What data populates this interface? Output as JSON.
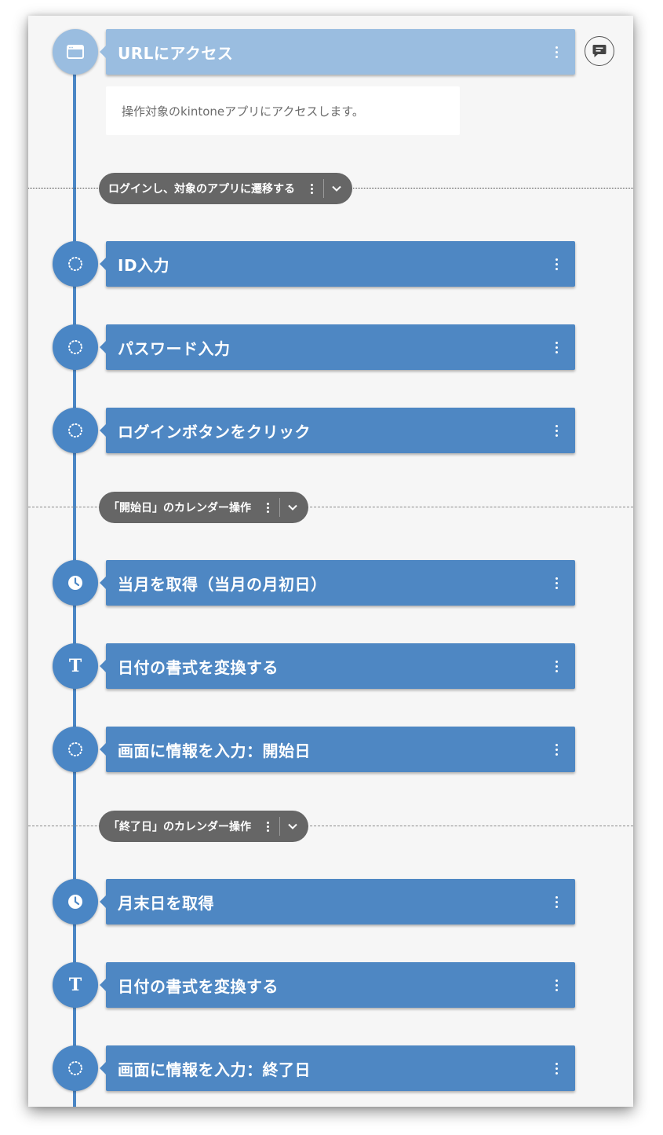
{
  "steps": [
    {
      "title": "URLにアクセス",
      "icon": "browser-window-icon"
    },
    {
      "title": "ID入力",
      "icon": "dotted-circle-icon"
    },
    {
      "title": "パスワード入力",
      "icon": "dotted-circle-icon"
    },
    {
      "title": "ログインボタンをクリック",
      "icon": "dotted-circle-icon"
    },
    {
      "title": "当月を取得（当月の月初日）",
      "icon": "clock-icon"
    },
    {
      "title": "日付の書式を変換する",
      "icon": "text-t-icon"
    },
    {
      "title": "画面に情報を入力：開始日",
      "icon": "dotted-circle-icon"
    },
    {
      "title": "月末日を取得",
      "icon": "clock-icon"
    },
    {
      "title": "日付の書式を変換する",
      "icon": "text-t-icon"
    },
    {
      "title": "画面に情報を入力：終了日",
      "icon": "dotted-circle-icon"
    }
  ],
  "note": {
    "text": "操作対象のkintoneアプリにアクセスします。"
  },
  "groups": [
    {
      "label": "ログインし、対象のアプリに遷移する"
    },
    {
      "label": "「開始日」のカレンダー操作"
    },
    {
      "label": "「終了日」のカレンダー操作"
    }
  ],
  "icons": {
    "text_glyph": "T"
  },
  "colors": {
    "step_card": "#4e87c3",
    "step_card_active": "#9abde0",
    "timeline": "#4a86c5",
    "group_pill": "#666666",
    "panel_bg": "#f6f6f6"
  }
}
